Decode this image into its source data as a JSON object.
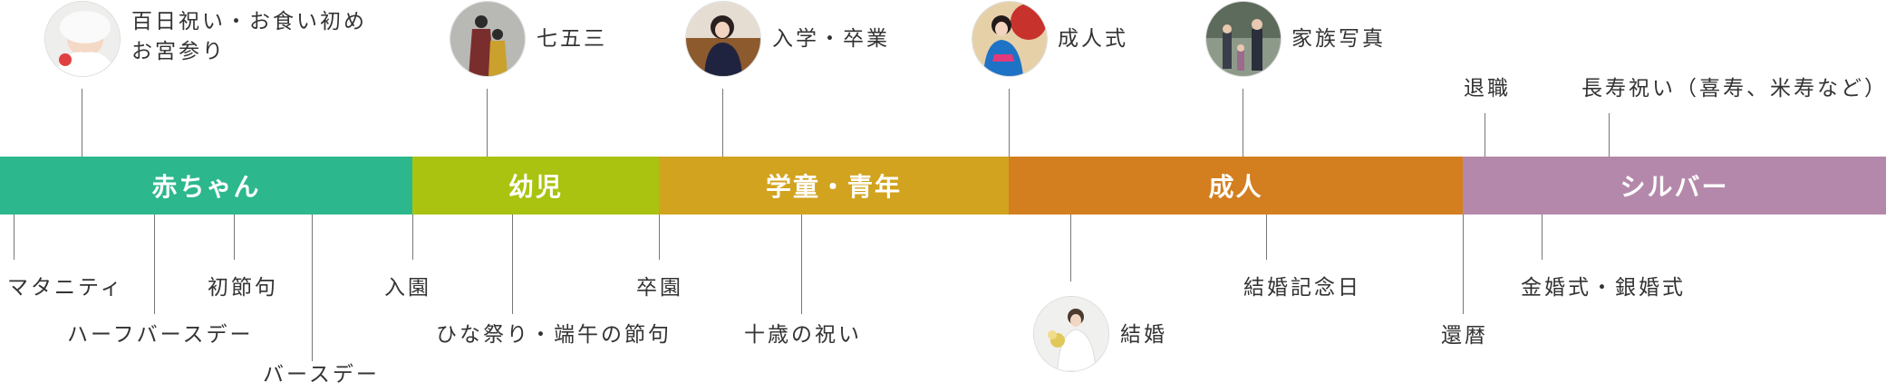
{
  "stages": [
    {
      "label": "赤ちゃん",
      "color": "#2db78c"
    },
    {
      "label": "幼児",
      "color": "#a9c310"
    },
    {
      "label": "学童・青年",
      "color": "#d2a31f"
    },
    {
      "label": "成人",
      "color": "#d37f1f"
    },
    {
      "label": "シルバー",
      "color": "#b488ab"
    }
  ],
  "top_events": {
    "momoka": [
      "百日祝い・お食い初め",
      "お宮参り"
    ],
    "shichigosan": "七五三",
    "nyugaku": "入学・卒業",
    "seijinshiki": "成人式",
    "kazoku": "家族写真",
    "taishoku": "退職",
    "choju": "長寿祝い（喜寿、米寿など）"
  },
  "bottom_events": {
    "maternity": "マタニティ",
    "halfbirthday": "ハーフバースデー",
    "hatsuzekku": "初節句",
    "birthday": "バースデー",
    "nyuen": "入園",
    "hinamatsuri": "ひな祭り・端午の節句",
    "sotsuen": "卒園",
    "jussai": "十歳の祝い",
    "kekkon": "結婚",
    "kekkon_kinenbi": "結婚記念日",
    "kanreki": "還暦",
    "kinkonshiki": "金婚式・銀婚式"
  },
  "photo_icons": [
    "baby-photo-icon",
    "kimono-family-photo-icon",
    "student-photo-icon",
    "furisode-photo-icon",
    "family-photo-icon",
    "bride-photo-icon"
  ]
}
